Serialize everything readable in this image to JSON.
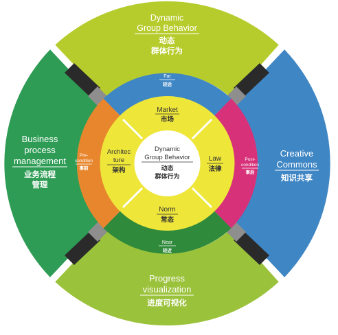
{
  "outer_ring": {
    "top": {
      "en_lines": [
        "Dynamic",
        "Group Behavior"
      ],
      "zh_lines": [
        "动态",
        "群体行为"
      ],
      "color": "#b6cc2c"
    },
    "right": {
      "en_lines": [
        "Creative",
        "Commons"
      ],
      "zh_lines": [
        "知识共享"
      ],
      "color": "#3f86c4"
    },
    "bottom": {
      "en_lines": [
        "Progress",
        "visualization"
      ],
      "zh_lines": [
        "进度可视化"
      ],
      "color": "#9bc23b"
    },
    "left": {
      "en_lines": [
        "Business",
        "process",
        "management"
      ],
      "zh_lines": [
        "业务流程",
        "管理"
      ],
      "color": "#2e9c55"
    }
  },
  "middle_ring": {
    "top": {
      "en": "Far",
      "zh": "较远",
      "color": "#3f86c4"
    },
    "right": {
      "en_lines": [
        "Post-",
        "condition"
      ],
      "zh": "事后",
      "color": "#d7317a"
    },
    "bottom": {
      "en": "Near",
      "zh": "较近",
      "color": "#2f8a3b"
    },
    "left": {
      "en_lines": [
        "Pre-",
        "condition"
      ],
      "zh": "事前",
      "color": "#e8862e"
    }
  },
  "inner_ring": {
    "color": "#efe63a",
    "top": {
      "en": "Market",
      "zh": "市场"
    },
    "right": {
      "en": "Law",
      "zh": "法律"
    },
    "bottom": {
      "en": "Norm",
      "zh": "常态"
    },
    "left": {
      "en_lines": [
        "Architec",
        "ture"
      ],
      "zh": "架构"
    }
  },
  "center": {
    "en_lines": [
      "Dynamic",
      "Group Behavior"
    ],
    "zh_lines": [
      "动态",
      "群体行为"
    ],
    "color": "#ffffff"
  },
  "connector_colors": {
    "dark": "#2a2a2a",
    "light": "#8e8e8e"
  }
}
